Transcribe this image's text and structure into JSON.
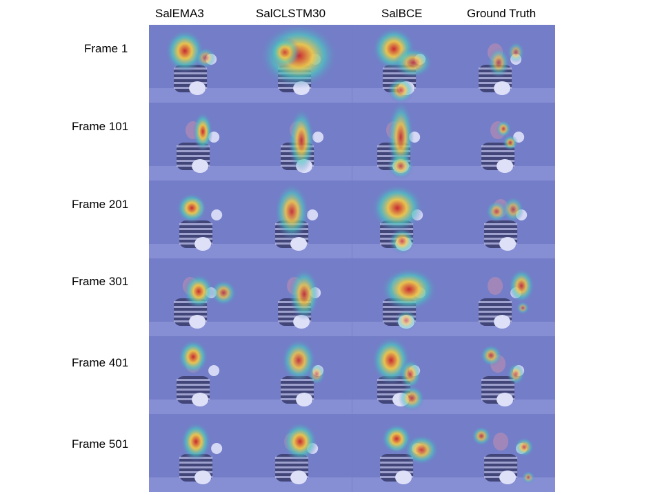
{
  "figure": {
    "columns": [
      "SalEMA3",
      "SalCLSTM30",
      "SalBCE",
      "Ground Truth"
    ],
    "rows": [
      "Frame 1",
      "Frame 101",
      "Frame 201",
      "Frame 301",
      "Frame 401",
      "Frame 501"
    ],
    "overlay_colors": {
      "tint": "#6a74c4",
      "hot": "#d41f1f",
      "warm": "#ffd23a",
      "cool": "#46d2c0"
    },
    "cell_description_icon": "saliency-heatmap-overlay"
  }
}
